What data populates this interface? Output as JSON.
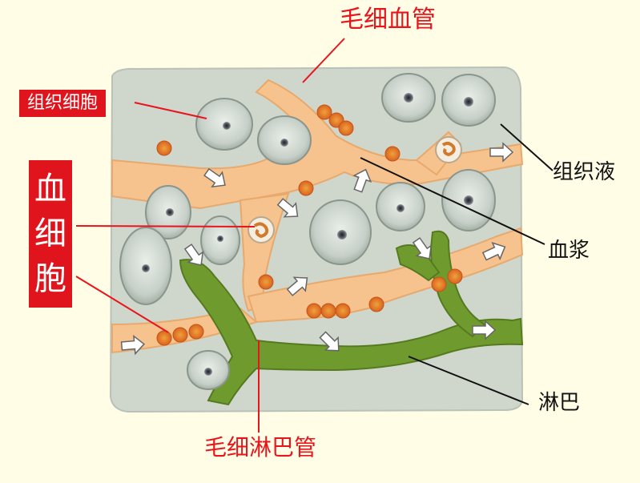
{
  "labels": {
    "capillary": "毛细血管",
    "tissue_cell": "组织细胞",
    "blood_cell": "血\n细\n胞",
    "tissue_fluid": "组织液",
    "plasma": "血浆",
    "lymph": "淋巴",
    "lymph_capillary": "毛细淋巴管"
  },
  "colors": {
    "page_background": "#fffde6",
    "tissue_background": "#cfd6cc",
    "capillary": "#f6c28e",
    "lymph_vessel": "#6f9b2e",
    "red_label": "#e8151d",
    "red_box": "#e0141c",
    "leader_line_red": "#e8151d",
    "leader_line_black": "#111111"
  },
  "icons": [
    "tissue-cell-icon",
    "red-blood-cell-icon",
    "white-blood-cell-icon",
    "flow-arrow-icon"
  ]
}
